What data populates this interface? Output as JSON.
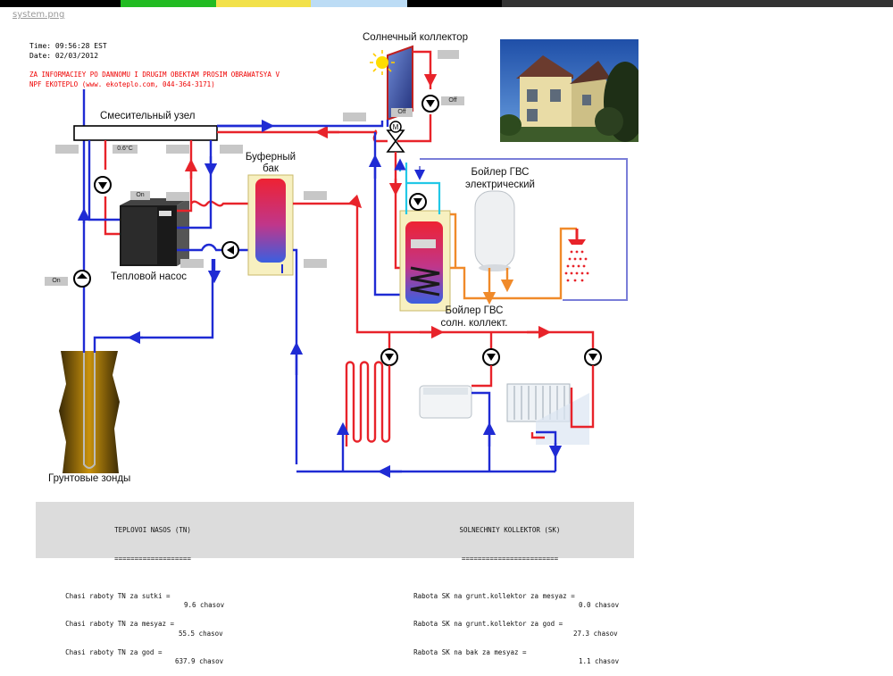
{
  "file_tab": "system.png",
  "colors": {
    "hot_line": "#e8232a",
    "cold_line": "#1f2bd4",
    "warm_line": "#f08a2a",
    "cyan_line": "#22c8e6",
    "lilac_line": "#7a7ed8",
    "top_strip": [
      "#000000",
      "#22bb22",
      "#f2e14a",
      "#bcdcf5",
      "#000000",
      "#333333"
    ]
  },
  "header": {
    "time": "Time: 09:56:28 EST",
    "date": "Date: 02/03/2012",
    "notice_line1": "ZA INFORMACIEY PO DANNOMU I DRUGIM OBEKTAM PROSIM OBRAWATSYA V",
    "notice_line2": "NPF EKOTEPLO (www. ekoteplo.com, 044-364-3171)"
  },
  "labels": {
    "solar_collector": "Солнечный коллектор",
    "mixing_unit": "Смесительный узел",
    "buffer_tank_1": "Буферный",
    "buffer_tank_2": "бак",
    "electric_boiler_1": "Бойлер ГВС",
    "electric_boiler_2": "электрический",
    "solar_boiler_1": "Бойлер ГВС",
    "solar_boiler_2": "солн. коллект.",
    "heat_pump": "Тепловой насос",
    "ground_probes": "Грунтовые зонды"
  },
  "readouts": {
    "collector_pump": "Off",
    "collector_valve": "Off",
    "mixer_temp": "0.6°C",
    "heat_pump_state": "On",
    "ground_pump": "On"
  },
  "stats_left": {
    "title": "TEPLOVOI NASOS (TN)",
    "rule": "===================",
    "rows": [
      {
        "label": "Chasi raboty TN za sutki =",
        "value": "9.6 chasov"
      },
      {
        "label": "Chasi raboty TN za mesyaz =",
        "value": "55.5 chasov"
      },
      {
        "label": "Chasi raboty TN za god =",
        "value": "637.9 chasov"
      }
    ]
  },
  "stats_right": {
    "title": "SOLNECHNIY KOLLEKTOR (SK)",
    "rule": "========================",
    "rows": [
      {
        "label": "Rabota SK na grunt.kollektor za mesyaz =",
        "value": "0.0 chasov"
      },
      {
        "label": "Rabota SK na grunt.kollektor za god =",
        "value": "27.3 chasov"
      },
      {
        "label": "Rabota SK na bak za mesyaz =",
        "value": "1.1 chasov"
      }
    ]
  }
}
